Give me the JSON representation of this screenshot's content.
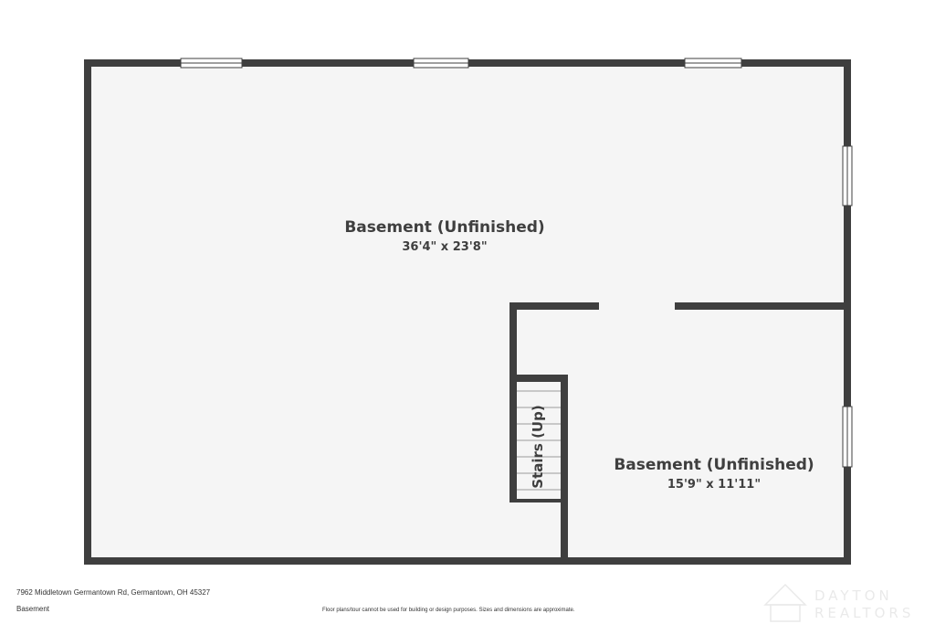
{
  "rooms": [
    {
      "name": "Basement (Unfinished)",
      "dims": "36'4\" x 23'8\""
    },
    {
      "name": "Basement (Unfinished)",
      "dims": "15'9\" x 11'11\""
    }
  ],
  "stairs": {
    "label": "Stairs (Up)"
  },
  "footer": {
    "address": "7962 Middletown Germantown Rd, Germantown, OH 45327",
    "level": "Basement",
    "disclaimer": "Floor plans/tour cannot be used for building or design purposes. Sizes and dimensions are approximate."
  },
  "watermark": {
    "line1": "DAYTON",
    "line2": "REALTORS"
  },
  "colors": {
    "wall": "#3f3f3f",
    "floor": "#f5f5f5",
    "background": "#ffffff"
  }
}
